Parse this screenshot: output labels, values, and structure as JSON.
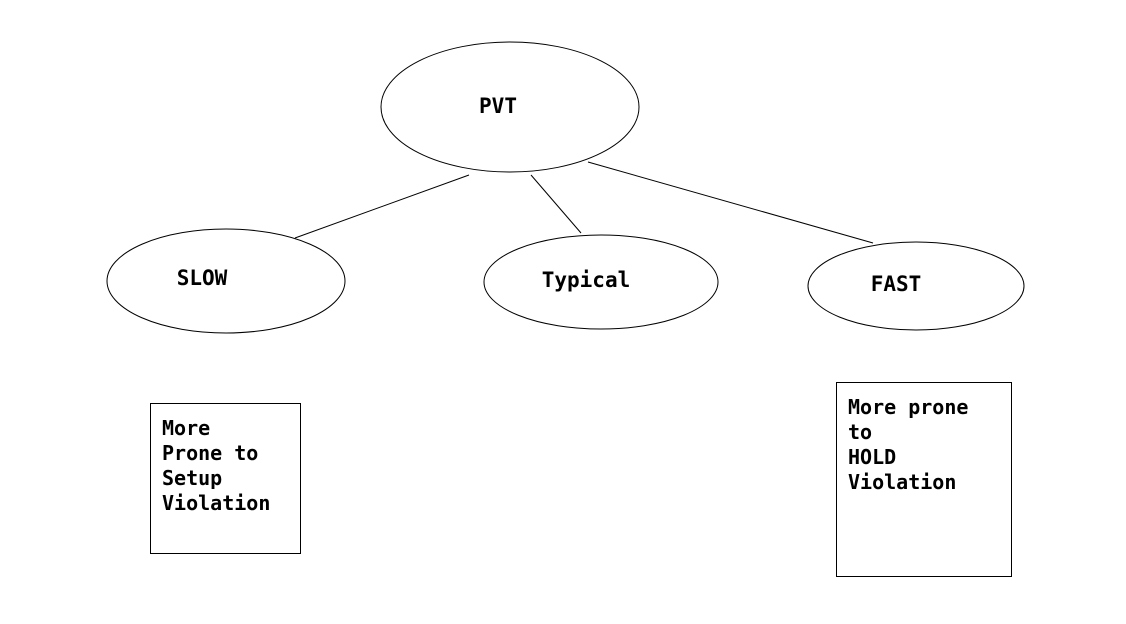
{
  "root": {
    "label": "PVT"
  },
  "corners": [
    {
      "id": "slow",
      "label": "SLOW"
    },
    {
      "id": "typical",
      "label": "Typical"
    },
    {
      "id": "fast",
      "label": "FAST"
    }
  ],
  "notes": {
    "slow": {
      "lines": [
        "More",
        "Prone to",
        "Setup",
        "Violation"
      ]
    },
    "fast": {
      "lines": [
        "More prone",
        "to",
        "HOLD",
        "Violation"
      ]
    }
  }
}
